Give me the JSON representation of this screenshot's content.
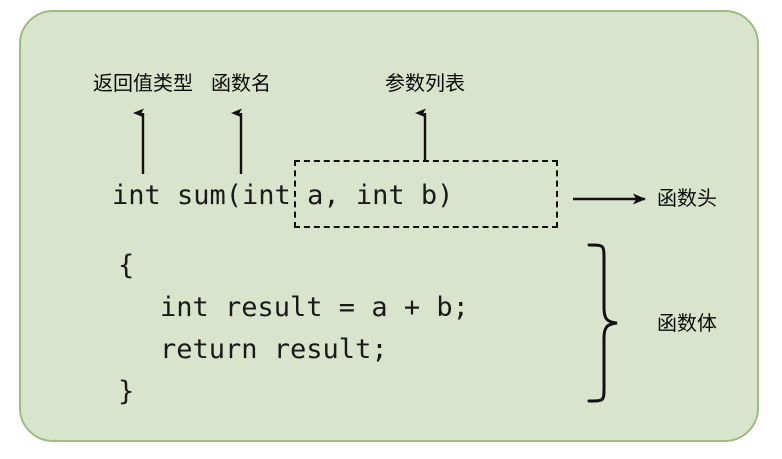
{
  "diagram": {
    "title_visible": false,
    "panel": {
      "fill_color": "#d9e4cc",
      "border_color": "#9dbc83"
    },
    "code": {
      "language": "C",
      "signature": "int sum(int a, int b)",
      "brace_open": "{",
      "statement_decl": "int result = a + b;",
      "statement_return": "return result;",
      "brace_close": "}",
      "text_color": "#1a1a1a"
    },
    "annotations": {
      "return_type": "返回值类型",
      "function_name": "函数名",
      "parameter_list": "参数列表",
      "function_header": "函数头",
      "function_body": "函数体"
    },
    "callouts": [
      {
        "name": "return-type",
        "label": "返回值类型",
        "points_to": "int",
        "arrow_direction": "up"
      },
      {
        "name": "function-name",
        "label": "函数名",
        "points_to": "sum",
        "arrow_direction": "up"
      },
      {
        "name": "parameter-list",
        "label": "参数列表",
        "points_to": "int a, int b",
        "arrow_direction": "up"
      },
      {
        "name": "function-header",
        "label": "函数头",
        "points_to": "int sum(int a, int b)",
        "arrow_direction": "right"
      },
      {
        "name": "function-body",
        "label": "函数体",
        "points_to": "{ int result = a + b; return result; }",
        "arrow_direction": "brace"
      }
    ],
    "highlight_box": {
      "style": "dashed",
      "color": "#111111",
      "encloses": "int a, int b"
    },
    "stroke_color": "#111111"
  }
}
